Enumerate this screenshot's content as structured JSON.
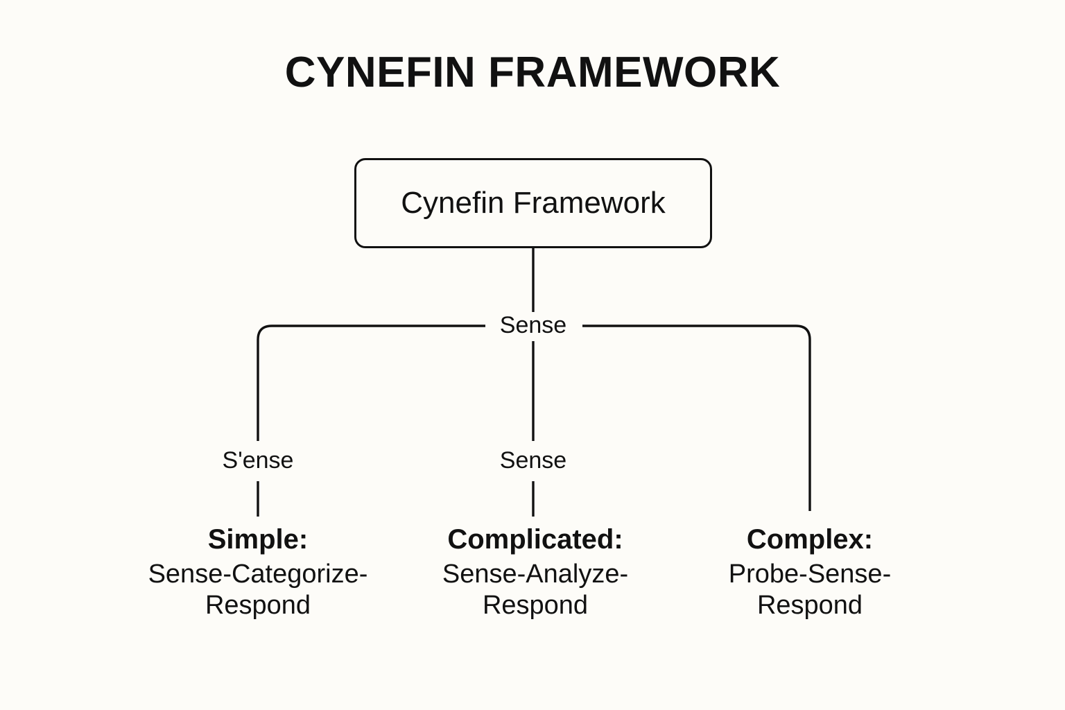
{
  "page": {
    "title": "CYNEFIN FRAMEWORK",
    "background_color": "#fdfcf8",
    "ink_color": "#111111"
  },
  "diagram": {
    "type": "tree",
    "root": {
      "label": "Cynefin Framework"
    },
    "root_edge_label": "Sense",
    "branches": [
      {
        "id": "simple",
        "edge_label": "S'ense",
        "title": "Simple:",
        "description_line1": "Sense-Categorize-",
        "description_line2": "Respond"
      },
      {
        "id": "complicated",
        "edge_label": "Sense",
        "title": "Complicated:",
        "description_line1": "Sense-Analyze-",
        "description_line2": "Respond"
      },
      {
        "id": "complex",
        "edge_label": "",
        "title": "Complex:",
        "description_line1": "Probe-Sense-",
        "description_line2": "Respond"
      }
    ]
  }
}
